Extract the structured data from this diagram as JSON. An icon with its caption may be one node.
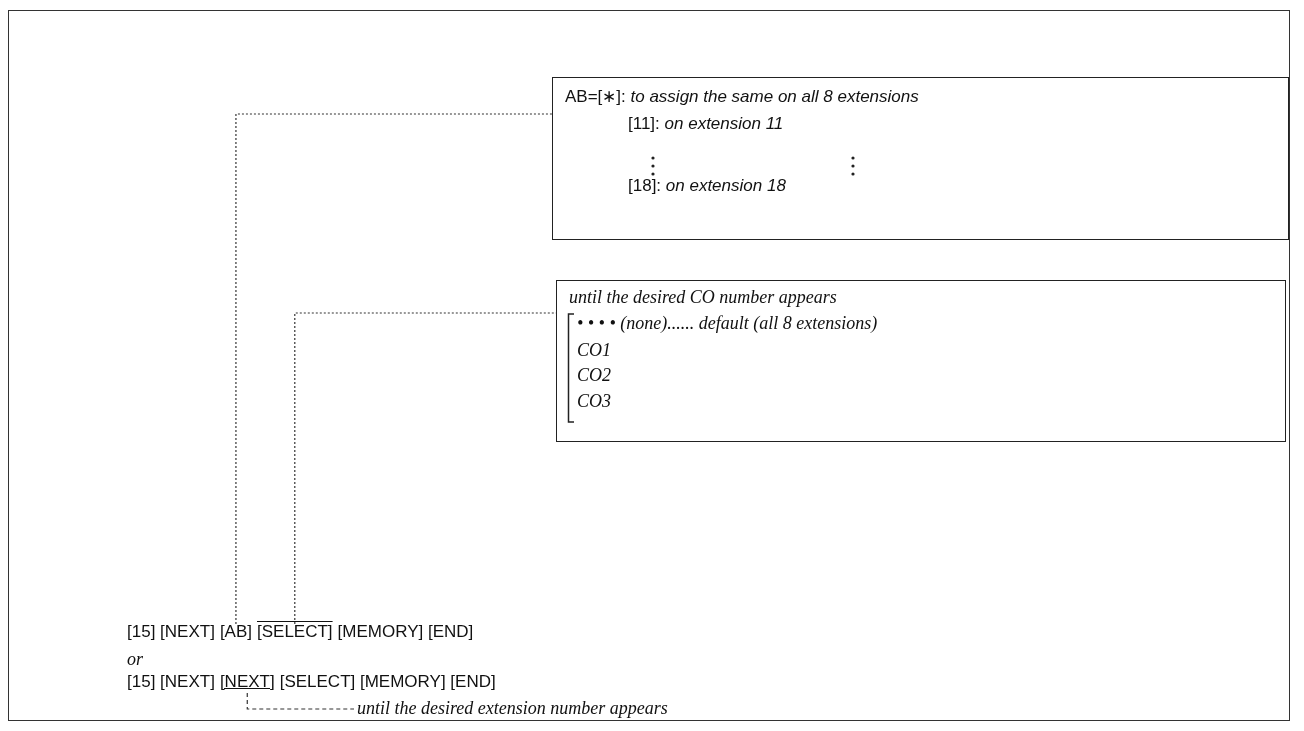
{
  "diagram": {
    "nodes": [
      {
        "text": [
          "AB=[∗]: *to assign the same on all 8 extensions*",
          "[11]: *on extension 11*",
          "[18]: *on extension 18*"
        ]
      },
      {
        "text": [
          "until the desired CO number appears",
          "• • • • (none)...... default (all 8 extensions)",
          "CO1",
          "CO2",
          "CO3"
        ]
      },
      {
        "text": [
          "[AB]"
        ]
      },
      {
        "text": [
          "[SELECT]"
        ]
      },
      {
        "text": [
          "[NEXT]"
        ]
      },
      {
        "text": [
          "until the desired extension number appears"
        ]
      }
    ],
    "edges": [
      {
        "from": 2,
        "to": 0,
        "arrow": "none",
        "style": "dashed"
      },
      {
        "from": 3,
        "to": 1,
        "arrow": "none",
        "style": "dashed"
      },
      {
        "from": 4,
        "to": 5,
        "arrow": "none",
        "style": "dashed"
      }
    ],
    "labels": [
      "[15] [NEXT]",
      "[MEMORY] [END]",
      "or",
      "[15] [NEXT]",
      "[SELECT] [MEMORY] [END]"
    ]
  }
}
